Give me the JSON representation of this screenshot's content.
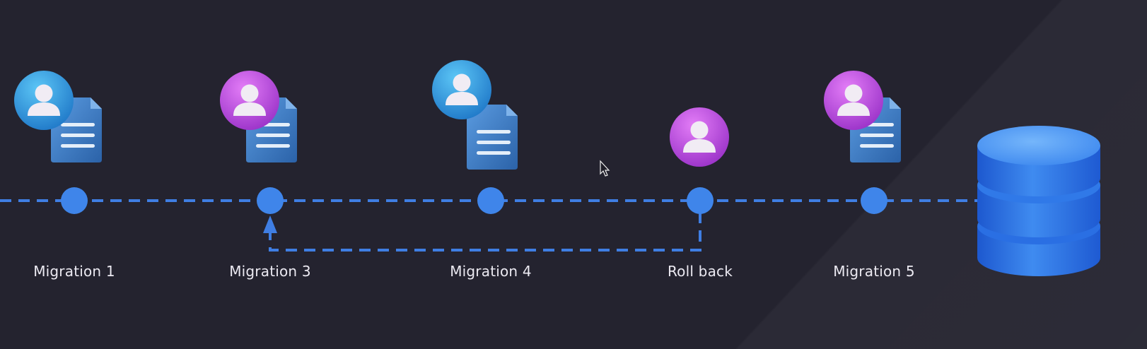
{
  "colors": {
    "line": "#3f7ee3",
    "node": "#3f85ea",
    "avatar_blue": "#38a4e6",
    "avatar_purple": "#c55de6",
    "document": "#3c79c4",
    "database": "#2f76e6"
  },
  "milestones": [
    {
      "id": "m1",
      "label": "Migration 1",
      "avatar": "blue",
      "has_document": true
    },
    {
      "id": "m3",
      "label": "Migration 3",
      "avatar": "purple",
      "has_document": true
    },
    {
      "id": "m4",
      "label": "Migration 4",
      "avatar": "blue",
      "has_document": true
    },
    {
      "id": "rb",
      "label": "Roll back",
      "avatar": "purple",
      "has_document": false
    },
    {
      "id": "m5",
      "label": "Migration 5",
      "avatar": "purple",
      "has_document": true
    }
  ],
  "rollback_arrow": {
    "from": "Roll back",
    "to": "Migration 3"
  },
  "icons": {
    "avatar": "user-avatar-icon",
    "document": "document-icon",
    "database": "database-icon",
    "cursor": "mouse-pointer-icon"
  }
}
